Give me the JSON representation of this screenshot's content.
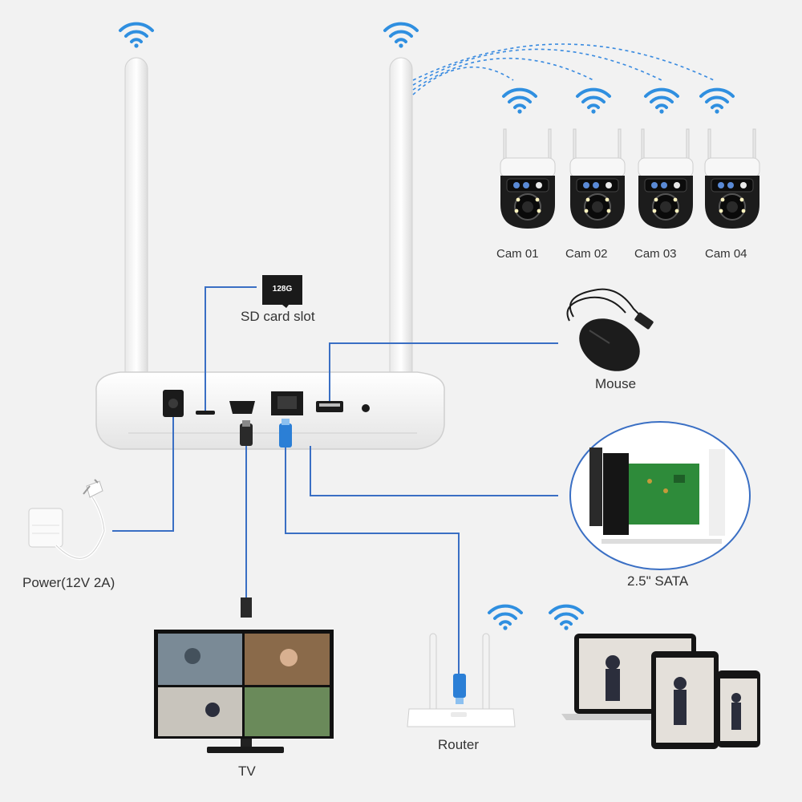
{
  "labels": {
    "sd_card_slot": "SD card slot",
    "sd_card_capacity": "128G",
    "mouse": "Mouse",
    "sata": "2.5\" SATA",
    "power": "Power(12V 2A)",
    "tv": "TV",
    "router": "Router"
  },
  "cameras": [
    {
      "label": "Cam 01"
    },
    {
      "label": "Cam 02"
    },
    {
      "label": "Cam 03"
    },
    {
      "label": "Cam 04"
    }
  ],
  "colors": {
    "background": "#f2f2f2",
    "connection_line": "#3a6fc4",
    "wifi_icon": "#2f8fe0",
    "device_white": "#ffffff",
    "camera_black": "#1c1c1c",
    "pcb_green": "#2e8b3a"
  },
  "icons": [
    "wifi-icon",
    "sd-card-icon",
    "mouse-icon",
    "usb-icon",
    "hdmi-icon",
    "ethernet-icon",
    "power-adapter-icon",
    "router-icon",
    "tv-icon",
    "laptop-icon",
    "tablet-icon",
    "phone-icon"
  ]
}
